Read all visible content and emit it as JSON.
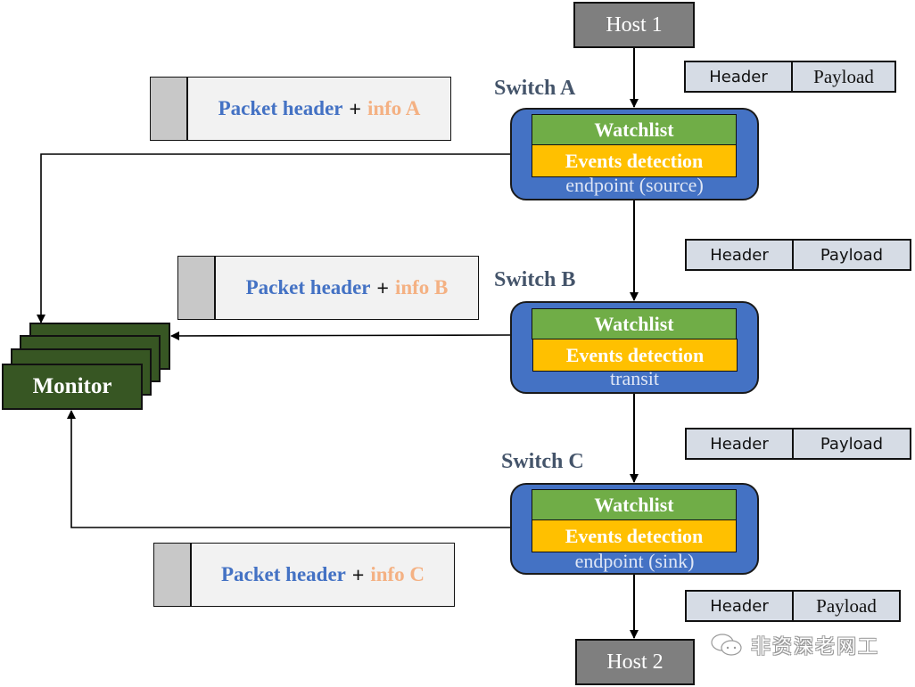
{
  "hosts": {
    "source": {
      "label": "Host 1"
    },
    "destination": {
      "label": "Host 2"
    }
  },
  "switches": [
    {
      "name": "Switch A",
      "watchlist": "Watchlist",
      "events": "Events detection",
      "role": "endpoint (source)"
    },
    {
      "name": "Switch B",
      "watchlist": "Watchlist",
      "events": "Events detection",
      "role": "transit"
    },
    {
      "name": "Switch C",
      "watchlist": "Watchlist",
      "events": "Events detection",
      "role": "endpoint (sink)"
    }
  ],
  "packets": [
    {
      "header": "Header",
      "payload": "Payload"
    },
    {
      "header": "Header",
      "payload": "Payload"
    },
    {
      "header": "Header",
      "payload": "Payload"
    },
    {
      "header": "Header",
      "payload": "Payload"
    }
  ],
  "reports": [
    {
      "packet_header": "Packet header",
      "plus": "+",
      "info": "info A"
    },
    {
      "packet_header": "Packet header",
      "plus": "+",
      "info": "info B"
    },
    {
      "packet_header": "Packet header",
      "plus": "+",
      "info": "info C"
    }
  ],
  "monitor": {
    "label": "Monitor"
  },
  "watermark": {
    "text": "非资深老网工",
    "icon": "wechat-icon"
  },
  "colors": {
    "switch_body": "#4472c4",
    "watchlist": "#70ad47",
    "events_detection": "#ffc000",
    "monitor": "#375623",
    "host": "#7f7f7f",
    "packet": "#d6dce5",
    "report_header_text": "#4472c4",
    "report_info_text": "#f4b183",
    "switch_label_text": "#44546a"
  }
}
